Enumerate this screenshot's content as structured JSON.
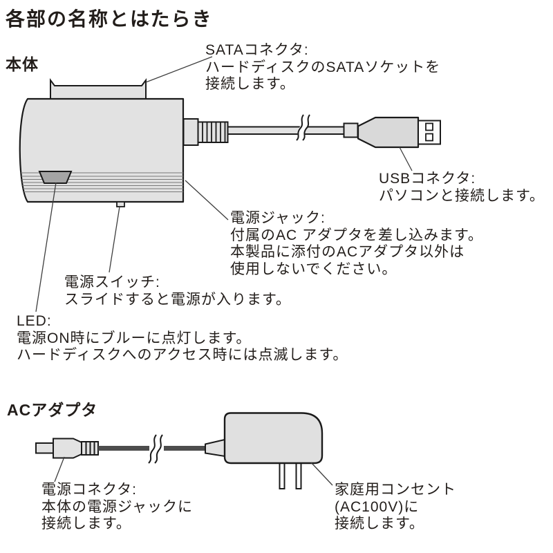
{
  "page": {
    "title": "各部の名称とはたらき"
  },
  "main_unit": {
    "heading": "本体",
    "labels": {
      "sata_connector": {
        "name": "SATAコネクタ:",
        "desc": [
          "ハードディスクのSATAソケットを",
          "接続します。"
        ]
      },
      "usb_connector": {
        "name": "USBコネクタ:",
        "desc": [
          "パソコンと接続します。"
        ]
      },
      "power_jack": {
        "name": "電源ジャック:",
        "desc": [
          "付属のAC アダプタを差し込みます。",
          "本製品に添付のACアダプタ以外は",
          "使用しないでください。"
        ]
      },
      "power_switch": {
        "name": "電源スイッチ:",
        "desc": [
          "スライドすると電源が入ります。"
        ]
      },
      "led": {
        "name": "LED:",
        "desc": [
          "電源ON時にブルーに点灯します。",
          "ハードディスクへのアクセス時には点滅します。"
        ]
      }
    }
  },
  "ac_adapter": {
    "heading": "ACアダプタ",
    "labels": {
      "power_connector": {
        "name": "電源コネクタ:",
        "desc": [
          "本体の電源ジャックに",
          "接続します。"
        ]
      },
      "outlet": {
        "name": "家庭用コンセント",
        "desc": [
          "(AC100V)に",
          "接続します。"
        ]
      }
    }
  },
  "colors": {
    "outline": "#1a1a1a",
    "body_fill": "#e2e2e2",
    "plug_fill": "#d9d9d9",
    "switch_fill": "#a5a5a5",
    "groove_line": "#787878",
    "ac_cable": "#4d4d4d",
    "leader_line": "#3d3d3d",
    "text": "#221d1a",
    "background": "#ffffff"
  }
}
